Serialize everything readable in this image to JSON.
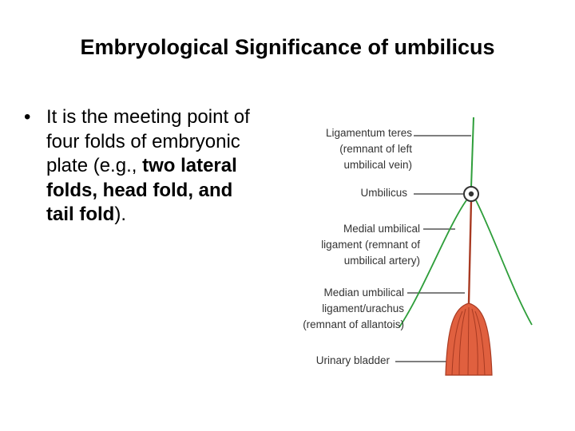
{
  "slide": {
    "title": "Embryological Significance of umbilicus",
    "bullet_symbol": "•",
    "bullet": {
      "part1": "It is the meeting point of four folds of embryonic plate (e.g., ",
      "bold": "two lateral folds, head fold, and tail fold",
      "part2": ")."
    }
  },
  "figure": {
    "labels": {
      "ligamentum_teres": [
        "Ligamentum teres",
        "(remnant of left",
        "umbilical vein)"
      ],
      "umbilicus": [
        "Umbilicus"
      ],
      "medial_umbilical_ligament": [
        "Medial umbilical",
        "ligament (remnant of",
        "umbilical artery)"
      ],
      "median_umbilical_ligament": [
        "Median umbilical",
        "ligament/urachus",
        "(remnant of allantois)"
      ],
      "urinary_bladder": [
        "Urinary bladder"
      ]
    },
    "colors": {
      "vessel": "#2e9e3a",
      "bladder": "#e0603f",
      "bladder_stripe": "#a83a22",
      "pointer": "#333333"
    }
  }
}
